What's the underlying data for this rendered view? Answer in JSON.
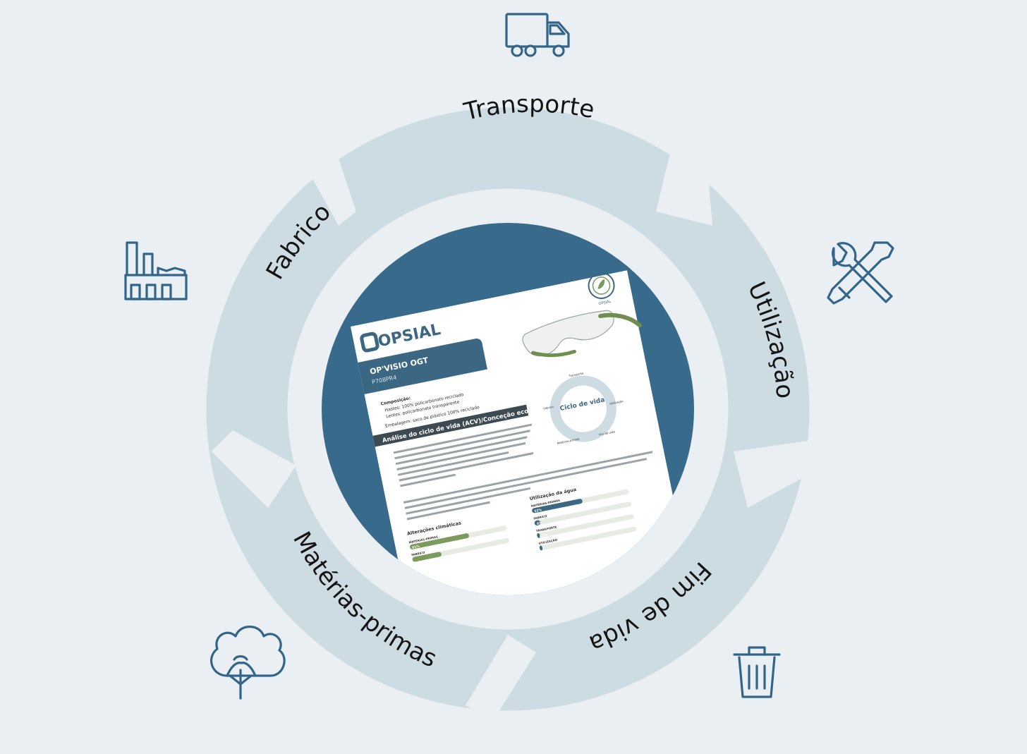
{
  "stages": [
    {
      "id": "transporte",
      "label": "Transporte",
      "icon": "truck-icon"
    },
    {
      "id": "utilizacao",
      "label": "Utilização",
      "icon": "tools-icon"
    },
    {
      "id": "fim-de-vida",
      "label": "Fim de vida",
      "icon": "trash-bin-icon"
    },
    {
      "id": "materias-primas",
      "label": "Matérias-primas",
      "icon": "cotton-plant-icon"
    },
    {
      "id": "fabrico",
      "label": "Fabrico",
      "icon": "factory-icon"
    }
  ],
  "colors": {
    "background": "#e9eff2",
    "ring": "#cddbe3",
    "center_circle": "#386a8c",
    "icon_stroke": "#33648a",
    "doc_accent": "#3b6783",
    "doc_green": "#7c9a5c"
  },
  "document": {
    "brand": "OPSIAL",
    "product": "OP'VISIO OGT",
    "reference": "P708PR4",
    "composition_title": "Composição:",
    "composition_items": [
      "Hastes: 100% policarbonato reciclado",
      "Lentes: policarbonato transparente"
    ],
    "packaging": "Embalagem: saco de plástico 100% reciclado",
    "section_title": "Análise do ciclo de vida (ACV)/Conceção ecológica",
    "badge": "OPSIAL",
    "mini_cycle": {
      "center": "Ciclo de vida",
      "labels": [
        "Transporte",
        "Utilização",
        "Fim de vida",
        "Matérias-primas",
        "Fabrico"
      ]
    },
    "climate": {
      "title": "Alterações climáticas",
      "bars": [
        {
          "label": "MATÉRIAS-PRIMAS",
          "value": 61,
          "display": "61%"
        },
        {
          "label": "FABRICO",
          "value": 30,
          "display": ""
        }
      ]
    },
    "water": {
      "title": "Utilização da água",
      "bars": [
        {
          "label": "MATÉRIAS-PRIMAS",
          "value": 52,
          "display": "52%"
        },
        {
          "label": "FABRICO",
          "value": 6,
          "display": "6%"
        },
        {
          "label": "TRANSPORTE",
          "value": 1,
          "display": "<1%"
        },
        {
          "label": "UTILIZAÇÃO",
          "value": 0,
          "display": ""
        }
      ]
    }
  }
}
